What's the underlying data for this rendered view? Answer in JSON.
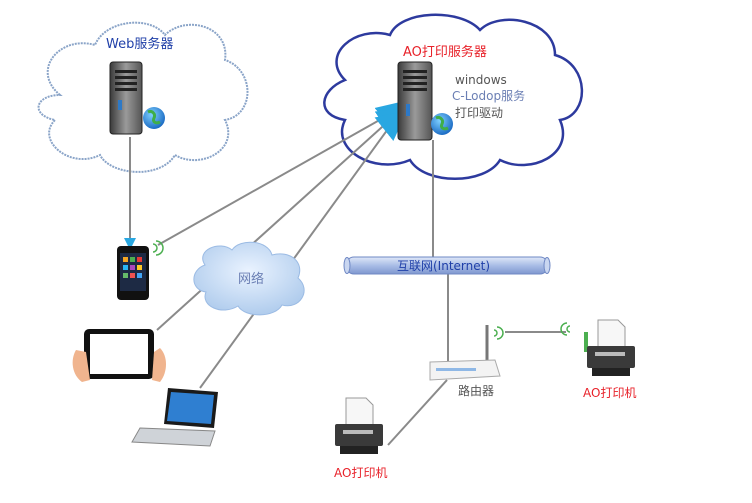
{
  "web_server": {
    "label": "Web服务器"
  },
  "ao_server": {
    "label": "AO打印服务器",
    "details": [
      "windows",
      "C-Lodop服务",
      "打印驱动"
    ]
  },
  "network_cloud": {
    "label": "网络"
  },
  "internet_bus": {
    "label": "互联网(Internet)"
  },
  "router": {
    "label": "路由器"
  },
  "printer_left": {
    "label": "AO打印机"
  },
  "printer_right": {
    "label": "AO打印机"
  },
  "colors": {
    "cloud_left_stroke": "#8aa4c8",
    "cloud_right_stroke": "#2d3a9e",
    "connector": "#8a8a8a",
    "arrow": "#29a7e1",
    "server_label": "#1f3fa8",
    "printer_label": "#e8222a",
    "internet_bus": "#9fb4dd"
  }
}
